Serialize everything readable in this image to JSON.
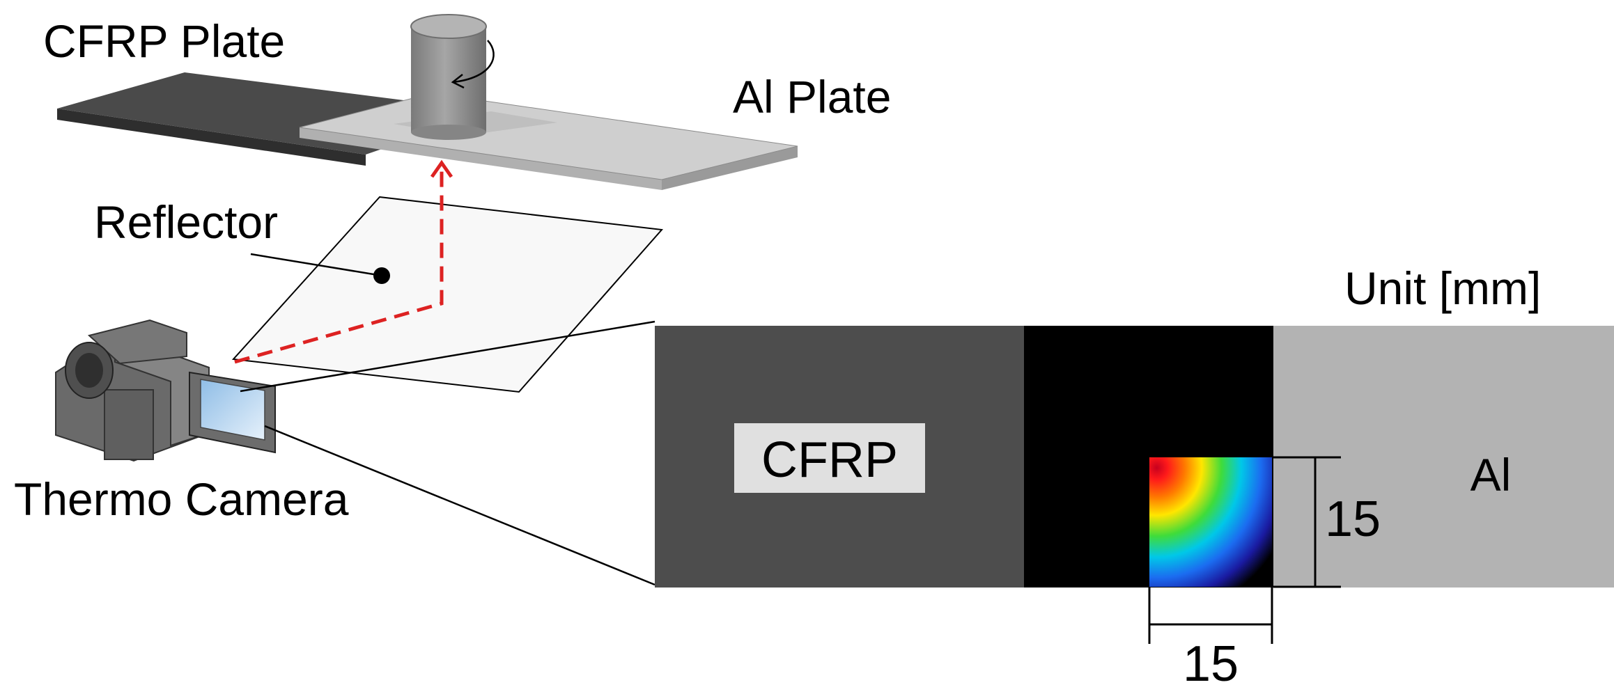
{
  "labels": {
    "cfrp_plate": "CFRP Plate",
    "al_plate": "Al Plate",
    "reflector": "Reflector",
    "thermo_camera": "Thermo Camera",
    "unit": "Unit [mm]",
    "cfrp": "CFRP",
    "al": "Al",
    "dim_vertical": "15",
    "dim_horizontal": "15"
  },
  "colors": {
    "cfrp_plate_top": "#4a4a4a",
    "cfrp_plate_side": "#2e2e2e",
    "al_plate_top": "#cfcfcf",
    "al_plate_side": "#b3b3b3",
    "tool": "#9e9e9e",
    "beam": "#dd2222",
    "strip_cfrp": "#4d4d4d",
    "strip_joint": "#000000",
    "strip_al": "#b3b3b3",
    "cfrp_label_bg": "#e0e0e0",
    "camera_body": "#7c7c7c",
    "camera_screen": "#bcd9f2"
  }
}
